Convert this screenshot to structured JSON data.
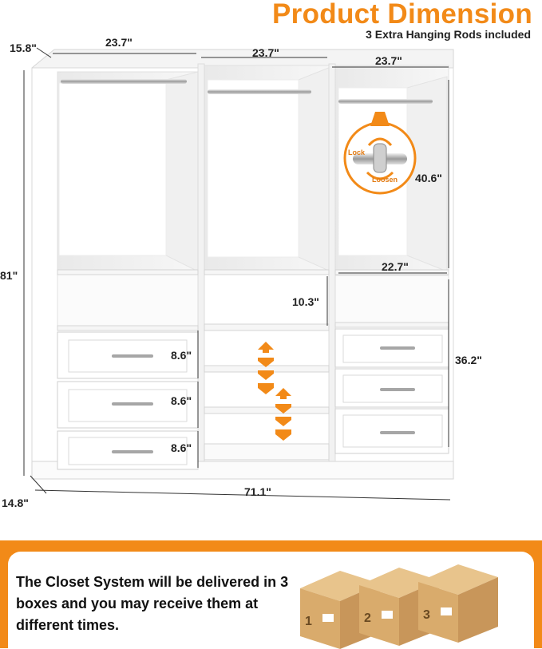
{
  "header": {
    "title": "Product Dimension",
    "subtitle": "3 Extra Hanging Rods included"
  },
  "dimensions": {
    "depth_top": "15.8\"",
    "width_left": "23.7\"",
    "width_middle": "23.7\"",
    "width_right": "23.7\"",
    "height_total": "81\"",
    "hanging_height": "40.6\"",
    "inner_width": "22.7\"",
    "shelf_height": "10.3\"",
    "drawer_1": "8.6\"",
    "drawer_2": "8.6\"",
    "drawer_3": "8.6\"",
    "lower_height": "36.2\"",
    "depth_bottom": "14.8\"",
    "width_total": "71.1\""
  },
  "rod_detail": {
    "lock_label": "Lock",
    "loosen_label": "Loosen"
  },
  "delivery": {
    "message": "The Closet System will be delivered in 3 boxes and you may receive them at different times.",
    "box_numbers": [
      "1",
      "2",
      "3"
    ]
  },
  "colors": {
    "accent": "#f28a18",
    "cabinet": "#ffffff",
    "box": "#d9b27a"
  }
}
